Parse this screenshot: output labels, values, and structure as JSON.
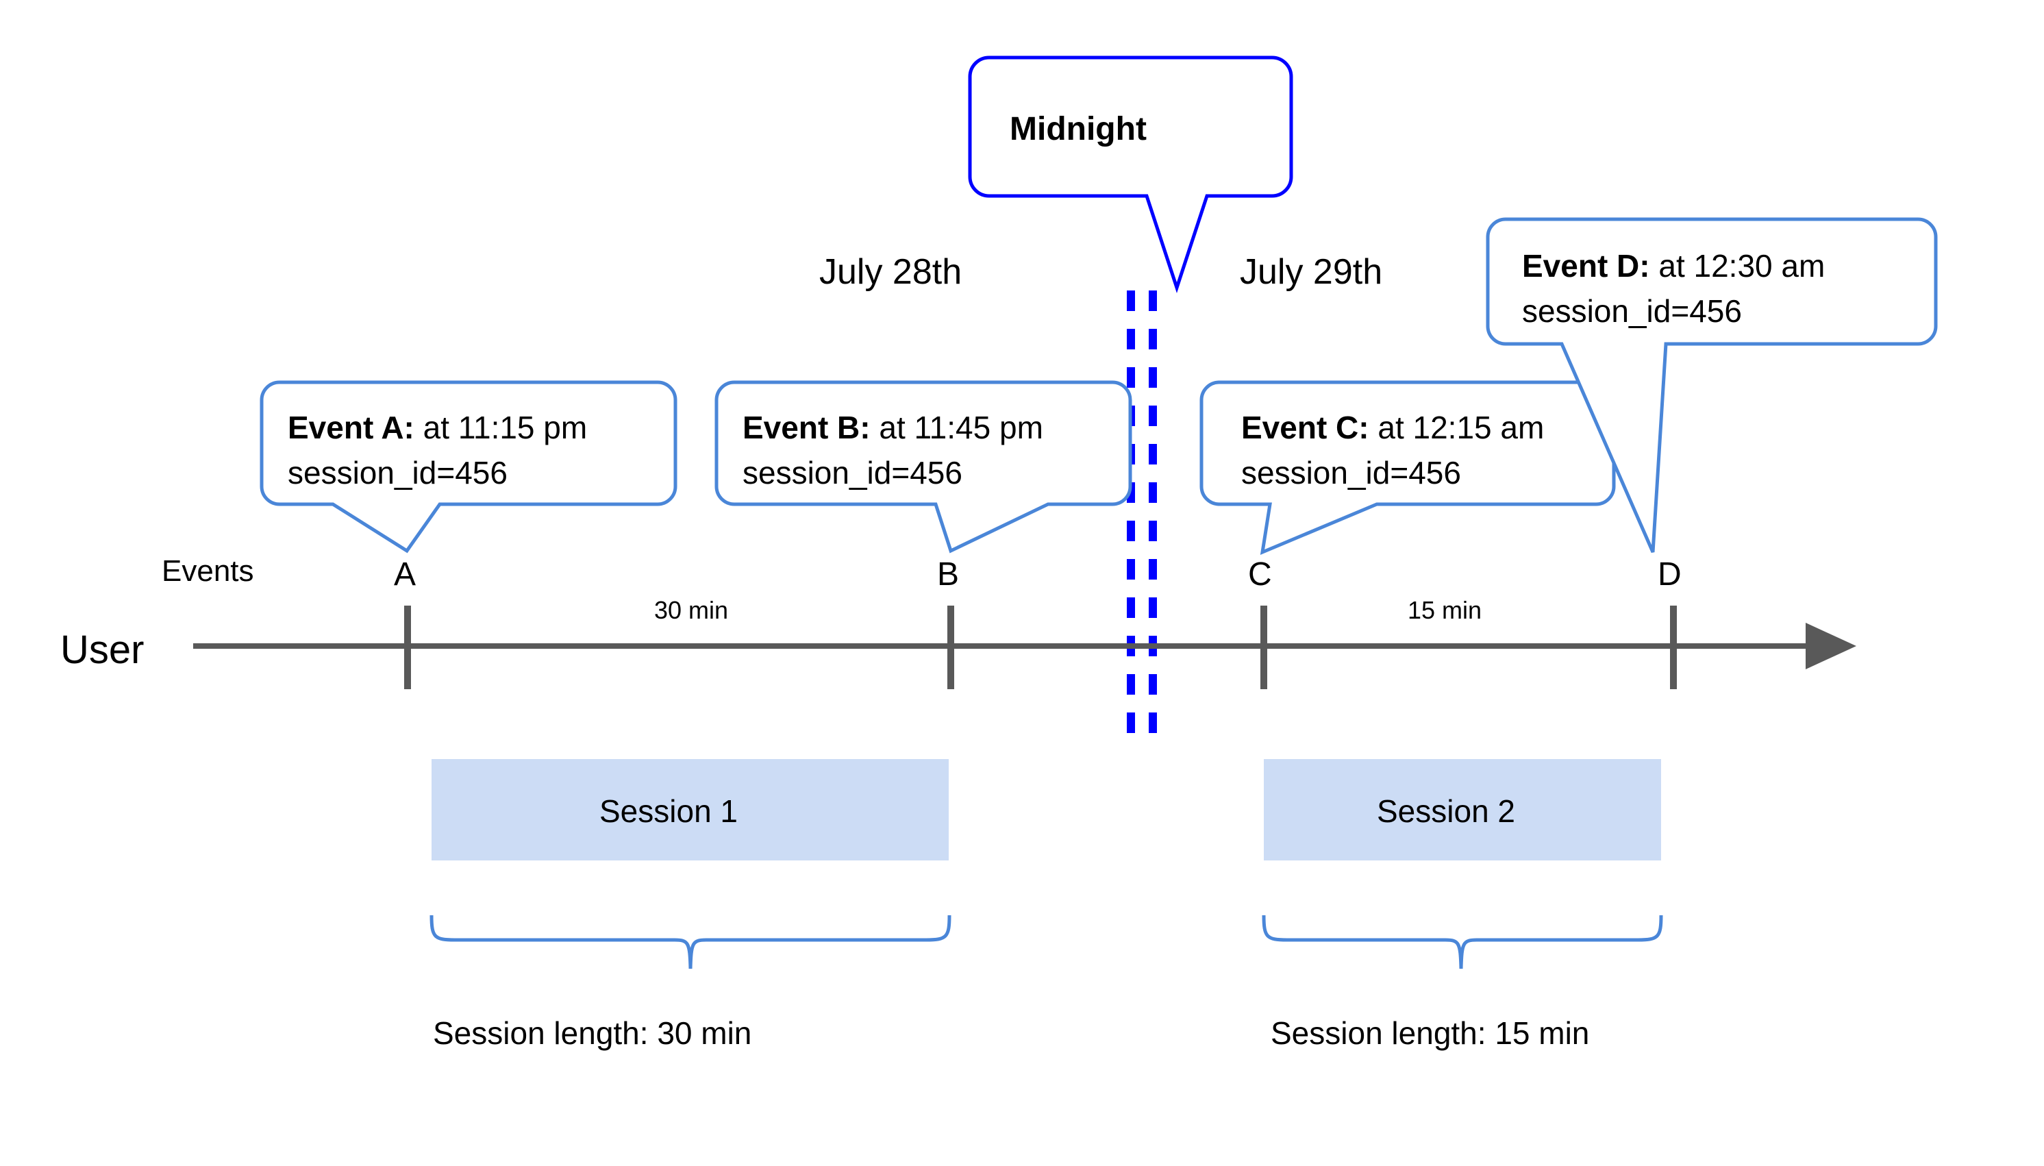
{
  "diagram": {
    "title_note": "Session splitting across midnight timeline",
    "colors": {
      "midnight_blue": "#0000FF",
      "callout_blue": "#4A86D8",
      "session_fill": "#CCDCF5",
      "axis_gray": "#595959",
      "text_black": "#000000"
    },
    "midnight_callout": {
      "label": "Midnight"
    },
    "dates": [
      {
        "label": "July 28th"
      },
      {
        "label": "July 29th"
      }
    ],
    "row_labels": {
      "events": "Events",
      "user": "User"
    },
    "events": [
      {
        "marker": "A",
        "bold": "Event A:",
        "detail": " at 11:15 pm",
        "line2": "session_id=456"
      },
      {
        "marker": "B",
        "bold": "Event B:",
        "detail": " at 11:45 pm",
        "line2": "session_id=456"
      },
      {
        "marker": "C",
        "bold": "Event C:",
        "detail": " at 12:15 am",
        "line2": "session_id=456"
      },
      {
        "marker": "D",
        "bold": "Event D:",
        "detail": " at 12:30 am",
        "line2": "session_id=456"
      }
    ],
    "durations": [
      {
        "label": "30 min"
      },
      {
        "label": "15 min"
      }
    ],
    "sessions": [
      {
        "name": "Session 1",
        "length_label": "Session length: 30 min"
      },
      {
        "name": "Session 2",
        "length_label": "Session length: 15 min"
      }
    ]
  }
}
